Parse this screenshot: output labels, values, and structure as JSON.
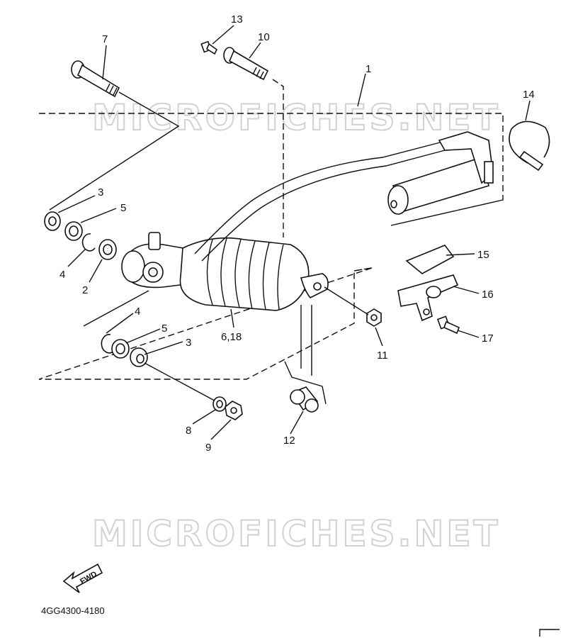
{
  "watermark_text": "MICROFICHES.NET",
  "diagram_code": "4GG4300-4180",
  "fwd_label": "FWD",
  "callouts": {
    "c1": "1",
    "c2": "2",
    "c3a": "3",
    "c3b": "3",
    "c4a": "4",
    "c4b": "4",
    "c5a": "5",
    "c5b": "5",
    "c618": "6,18",
    "c7": "7",
    "c8": "8",
    "c9": "9",
    "c10": "10",
    "c11": "11",
    "c12": "12",
    "c13": "13",
    "c14": "14",
    "c15": "15",
    "c16": "16",
    "c17": "17"
  }
}
